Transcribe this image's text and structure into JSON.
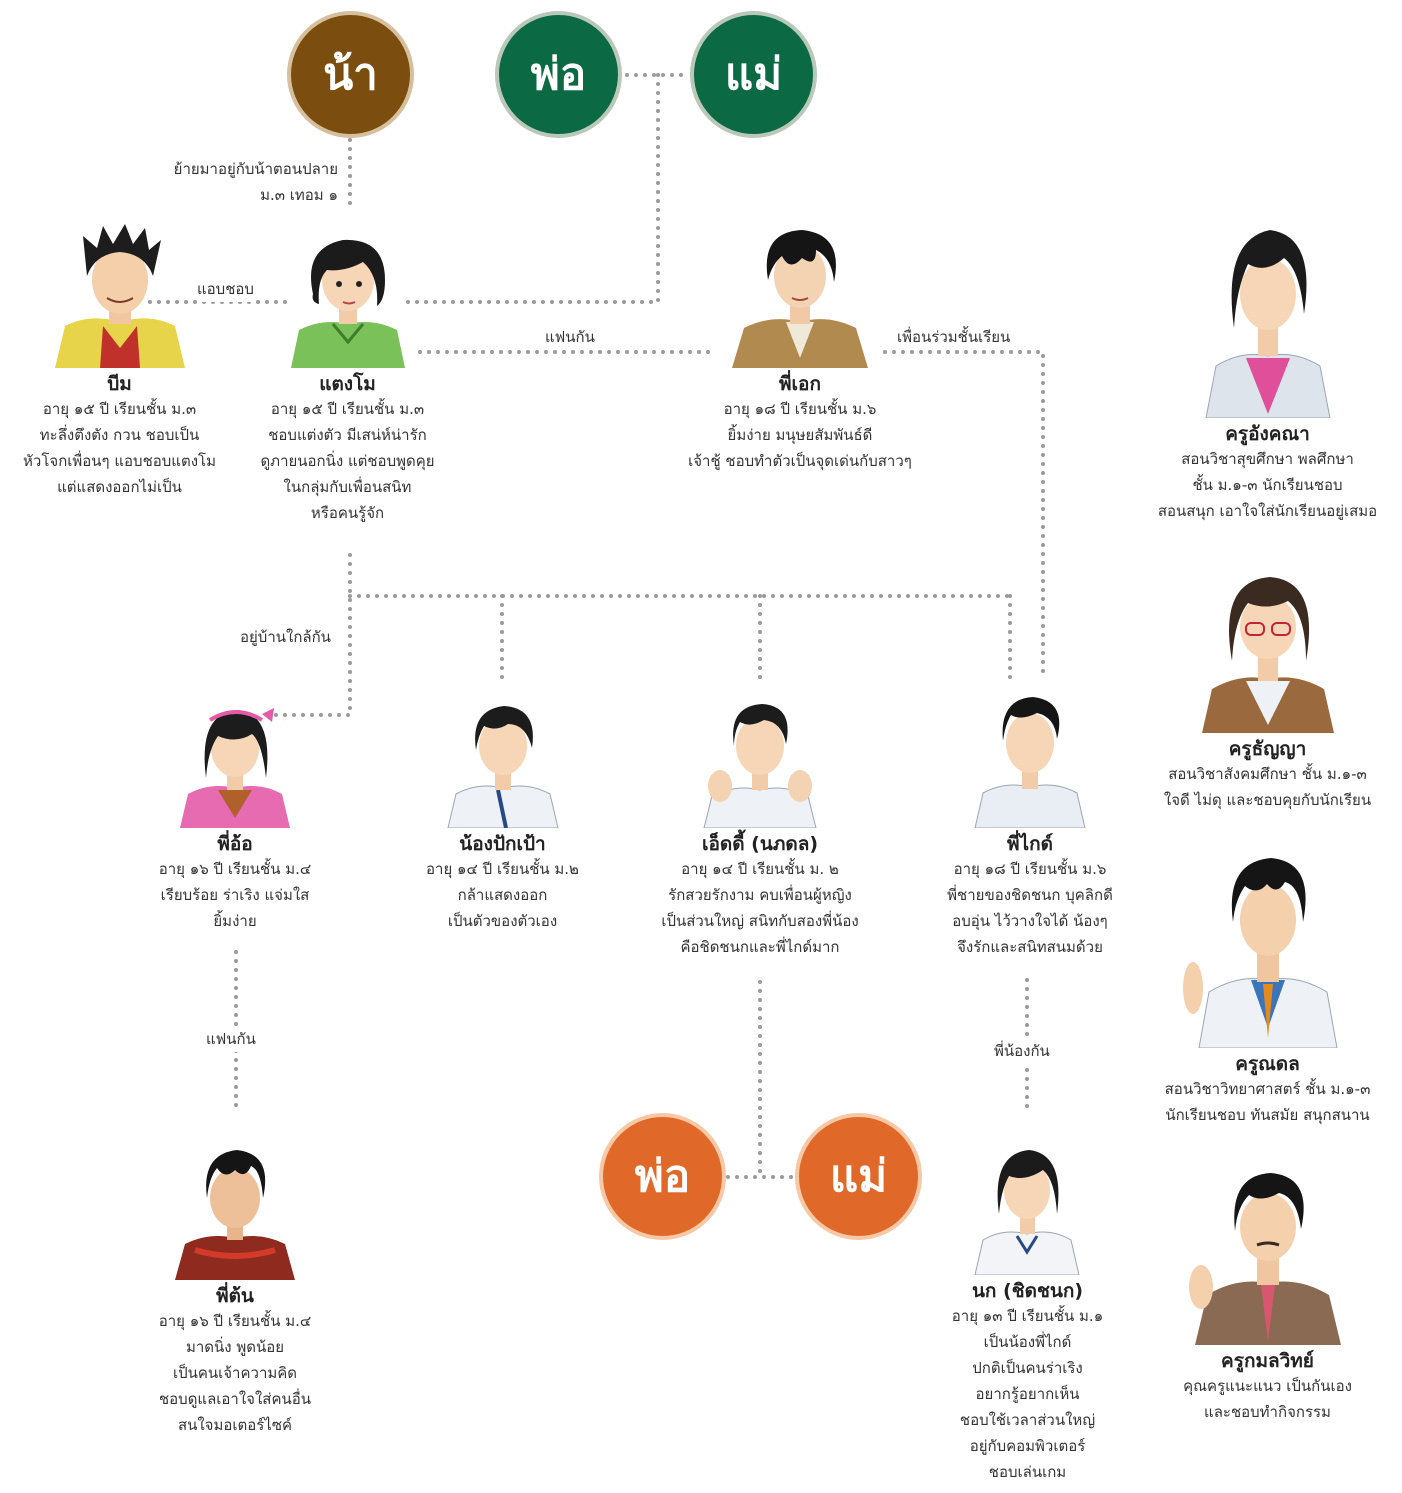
{
  "circles": {
    "naa": "น้า",
    "por_top": "พ่อ",
    "mae_top": "แม่",
    "por_bottom": "พ่อ",
    "mae_bottom": "แม่"
  },
  "labels": {
    "move_in_line1": "ย้ายมาอยู่กับน้าตอนปลาย",
    "move_in_line2": "ม.๓ เทอม ๑",
    "secret_crush": "แอบชอบ",
    "couple_taengmo_ek": "แฟนกัน",
    "classmates": "เพื่อนร่วมชั้นเรียน",
    "neighbors": "อยู่บ้านใกล้กัน",
    "couple_or_ton": "แฟนกัน",
    "siblings": "พี่น้องกัน"
  },
  "characters": {
    "beam": {
      "name": "บีม",
      "desc": [
        "อายุ ๑๕ ปี เรียนชั้น ม.๓",
        "ทะลึ่งตึงตัง กวน ชอบเป็น",
        "หัวโจกเพื่อนๆ แอบชอบแตงโม",
        "แต่แสดงออกไม่เป็น"
      ]
    },
    "taengmo": {
      "name": "แตงโม",
      "desc": [
        "อายุ ๑๕ ปี เรียนชั้น ม.๓",
        "ชอบแต่งตัว มีเสน่ห์น่ารัก",
        "ดูภายนอกนิ่ง แต่ชอบพูดคุย",
        "ในกลุ่มกับเพื่อนสนิท",
        "หรือคนรู้จัก"
      ]
    },
    "ek": {
      "name": "พี่เอก",
      "desc": [
        "อายุ ๑๘ ปี เรียนชั้น ม.๖",
        "ยิ้มง่าย มนุษยสัมพันธ์ดี",
        "เจ้าชู้ ชอบทำตัวเป็นจุดเด่นกับสาวๆ"
      ]
    },
    "or": {
      "name": "พี่อ้อ",
      "desc": [
        "อายุ ๑๖ ปี เรียนชั้น ม.๔",
        "เรียบร้อย ร่าเริง แจ่มใส",
        "ยิ้มง่าย"
      ]
    },
    "pakpao": {
      "name": "น้องปักเป้า",
      "desc": [
        "อายุ ๑๔ ปี เรียนชั้น ม.๒",
        "กล้าแสดงออก",
        "เป็นตัวของตัวเอง"
      ]
    },
    "eddie": {
      "name": "เอ็ดดี้ (นภดล)",
      "desc": [
        "อายุ ๑๔ ปี เรียนชั้น ม. ๒",
        "รักสวยรักงาม คบเพื่อนผู้หญิง",
        "เป็นส่วนใหญ่ สนิทกับสองพี่น้อง",
        "คือชิดชนกและพี่ไกด์มาก"
      ]
    },
    "guide": {
      "name": "พี่ไกด์",
      "desc": [
        "อายุ ๑๘ ปี เรียนชั้น ม.๖",
        "พี่ชายของชิดชนก บุคลิกดี",
        "อบอุ่น ไว้วางใจได้ น้องๆ",
        "จึงรักและสนิทสนมด้วย"
      ]
    },
    "ton": {
      "name": "พี่ต้น",
      "desc": [
        "อายุ ๑๖ ปี เรียนชั้น ม.๔",
        "มาดนิ่ง พูดน้อย",
        "เป็นคนเจ้าความคิด",
        "ชอบดูแลเอาใจใส่คนอื่น",
        "สนใจมอเตอร์ไซค์"
      ]
    },
    "nok": {
      "name": "นก (ชิดชนก)",
      "desc": [
        "อายุ ๑๓ ปี เรียนชั้น ม.๑",
        "เป็นน้องพี่ไกด์",
        "ปกติเป็นคนร่าเริง",
        "อยากรู้อยากเห็น",
        "ชอบใช้เวลาส่วนใหญ่",
        "อยู่กับคอมพิวเตอร์",
        "ชอบเล่นเกม"
      ]
    },
    "t_angkana": {
      "name": "ครูอังคณา",
      "desc": [
        "สอนวิชาสุขศึกษา พลศึกษา",
        "ชั้น ม.๑-๓ นักเรียนชอบ",
        "สอนสนุก เอาใจใส่นักเรียนอยู่เสมอ"
      ]
    },
    "t_thanya": {
      "name": "ครูธัญญา",
      "desc": [
        "สอนวิชาสังคมศึกษา ชั้น ม.๑-๓",
        "ใจดี ไม่ดุ และชอบคุยกับนักเรียน"
      ]
    },
    "t_nadol": {
      "name": "ครูณดล",
      "desc": [
        "สอนวิชาวิทยาศาสตร์ ชั้น ม.๑-๓",
        "นักเรียนชอบ ทันสมัย สนุกสนาน"
      ]
    },
    "t_mallawit": {
      "name": "ครูกมลวิทย์",
      "desc": [
        "คุณครูแนะแนว เป็นกันเอง",
        "และชอบทำกิจกรรม"
      ]
    }
  },
  "colors": {
    "naa_circle": "#7b4e0f",
    "top_parents_circle": "#0b6a43",
    "bottom_parents_circle": "#e0692a",
    "link_dots": "#9a9a9a"
  }
}
